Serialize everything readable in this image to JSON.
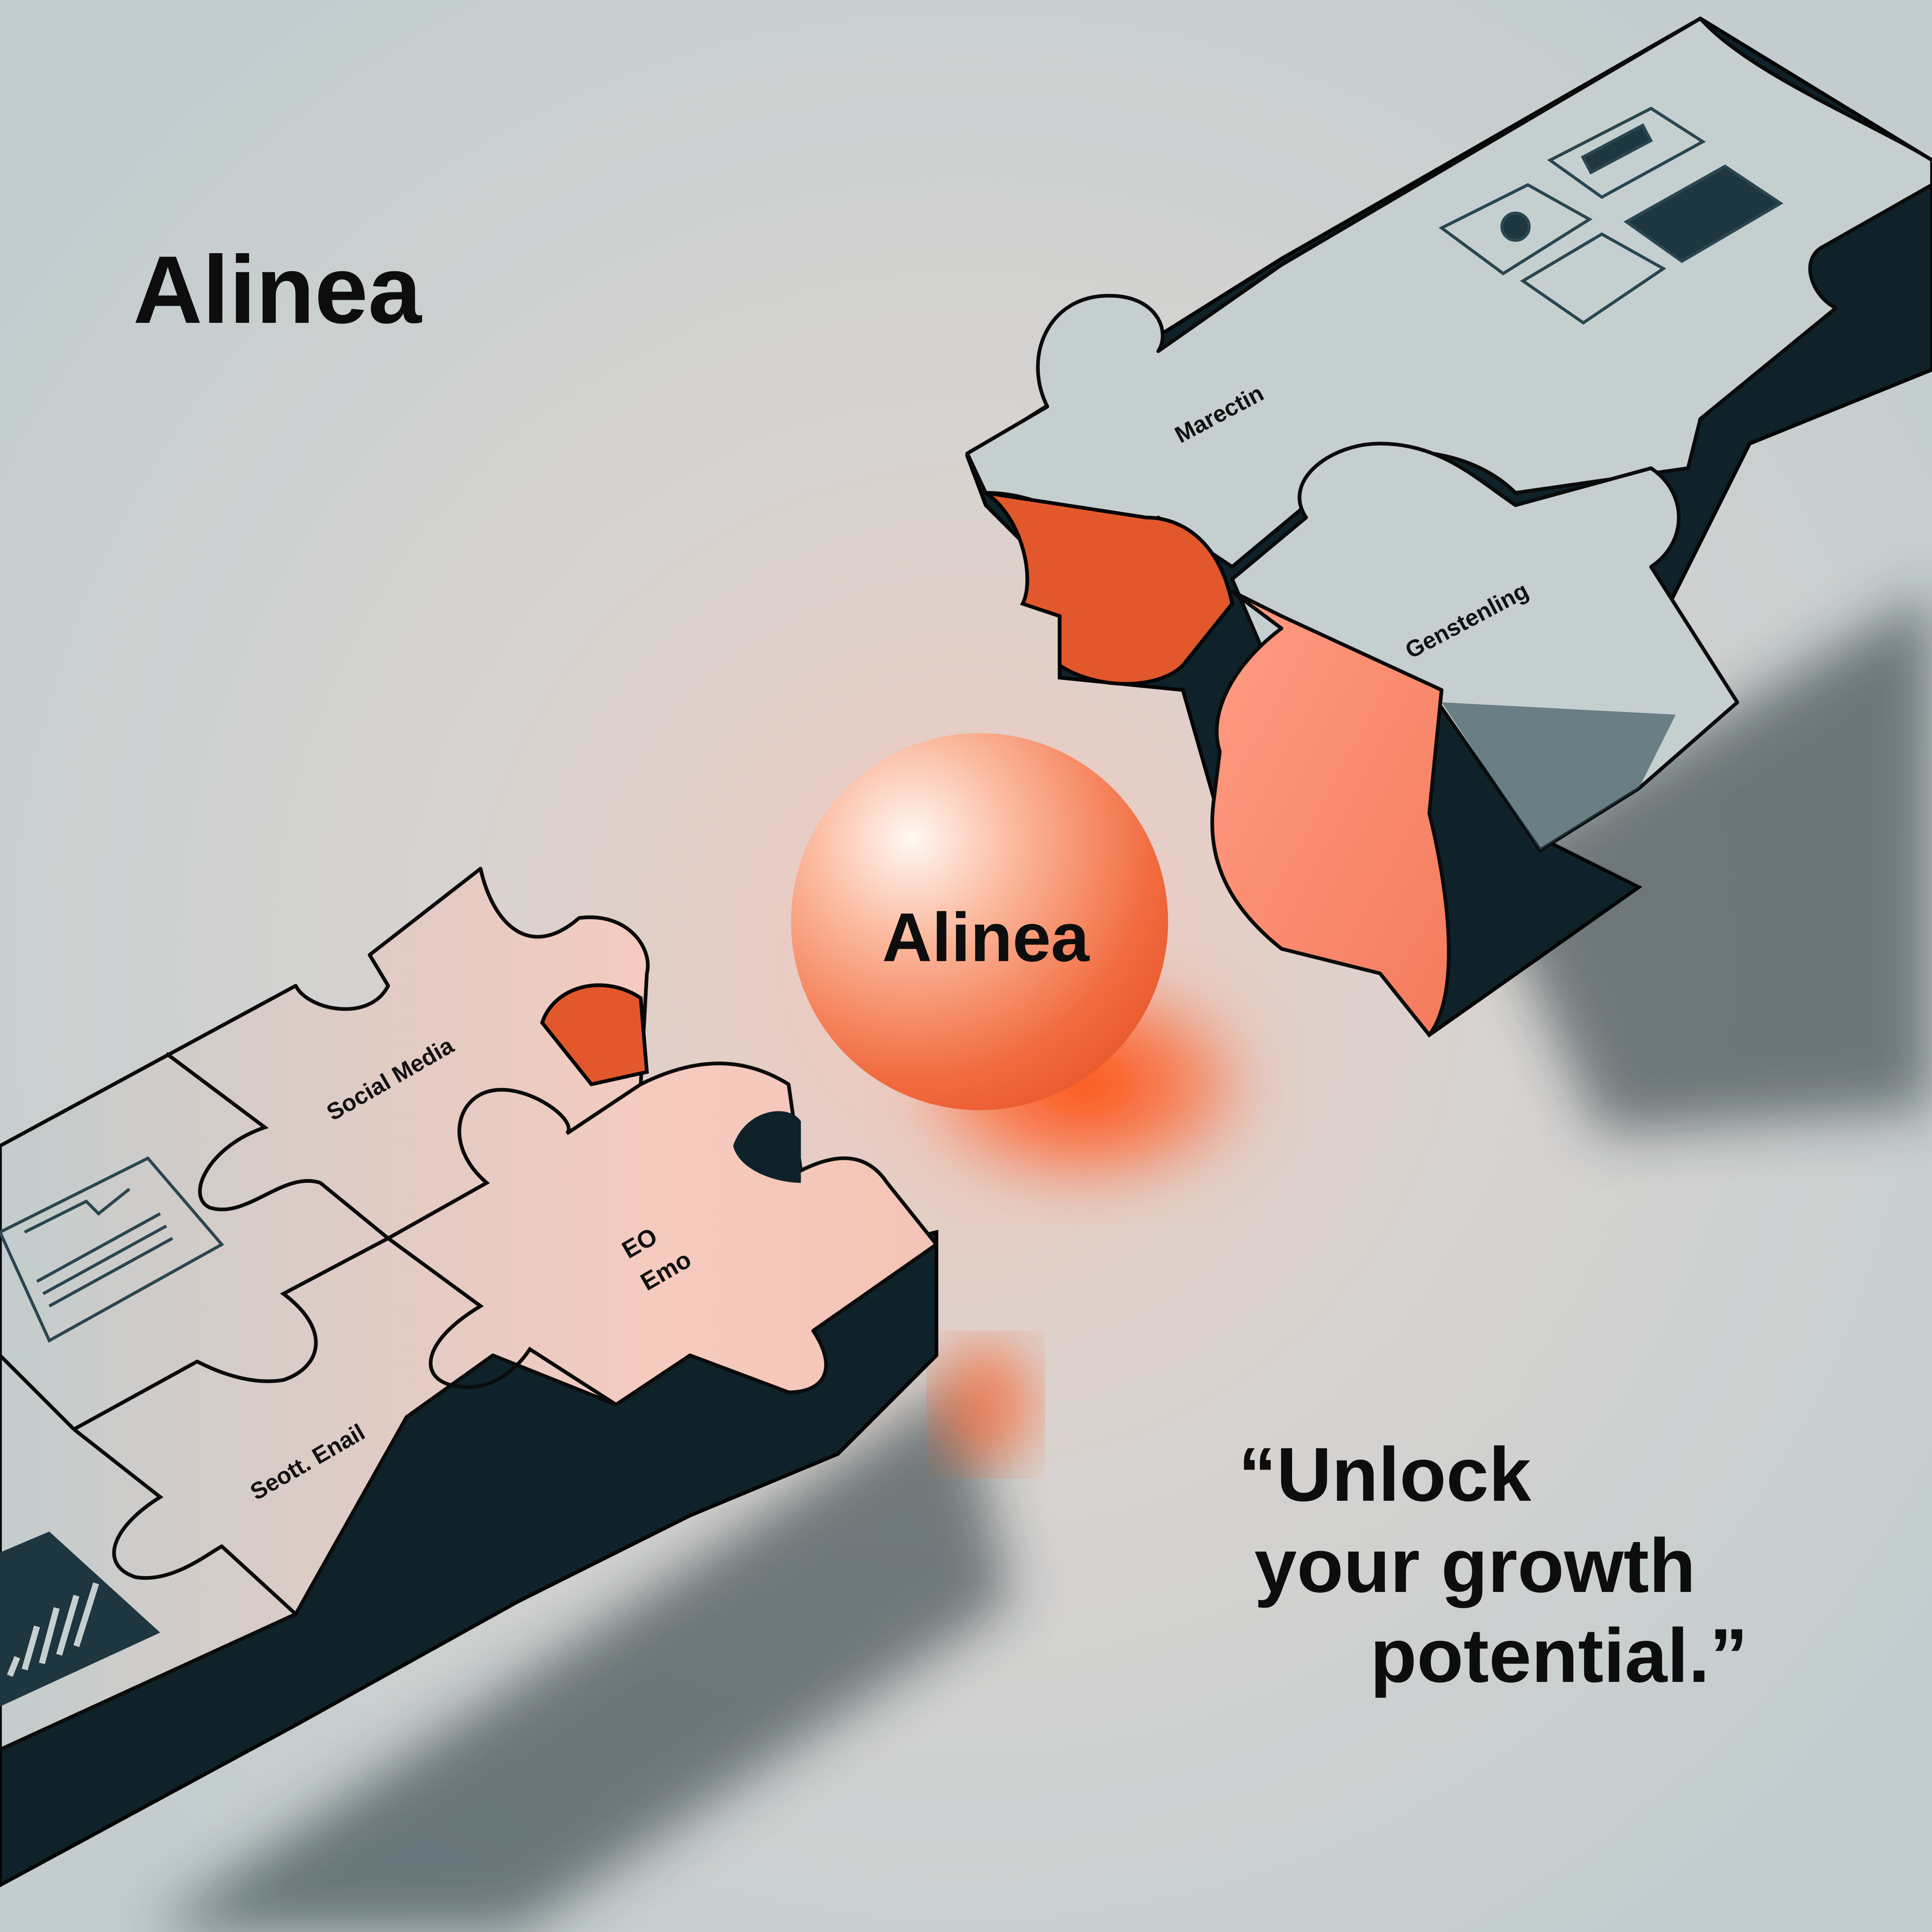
{
  "brand": {
    "logo_text": "Alinea",
    "sphere_text": "Alinea"
  },
  "tagline": {
    "line1": "“Unlock",
    "line2": "your growth",
    "line3": "potential.”"
  },
  "pieces": {
    "marketing": "Marectin",
    "generating": "Genstenling",
    "social_media": "Social Media",
    "eo_line1": "EO",
    "eo_line2": "Emo",
    "seo_email": "Seott. Enail"
  },
  "colors": {
    "background": "#c9d2d3",
    "accent": "#ff4a12",
    "sphere": "#f7825c",
    "dark_side": "#0f2229",
    "piece_top": "#c6cfd0"
  }
}
